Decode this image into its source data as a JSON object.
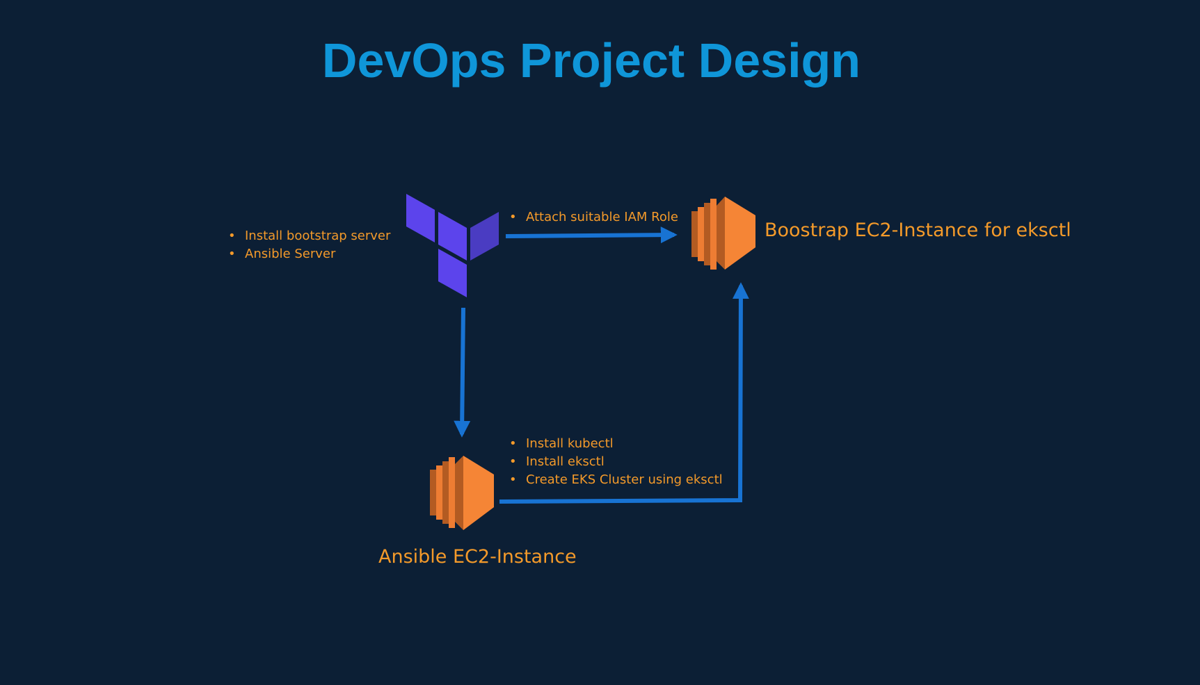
{
  "title": "DevOps Project Design",
  "terraform_notes": [
    "Install bootstrap server",
    "Ansible Server"
  ],
  "iam_note": [
    "Attach suitable IAM Role"
  ],
  "bootstrap_label": "Boostrap EC2-Instance for eksctl",
  "ansible_notes": [
    "Install kubectl",
    "Install eksctl",
    "Create EKS Cluster using eksctl"
  ],
  "ansible_label": "Ansible EC2-Instance",
  "colors": {
    "background": "#0c1f35",
    "title": "#0f96d9",
    "text": "#f49a2a",
    "arrow": "#1873d3",
    "terraform": "#5b46e8",
    "ec2": "#f58536"
  },
  "icons": {
    "terraform": "terraform-logo-icon",
    "ec2": "aws-ec2-instance-icon"
  }
}
